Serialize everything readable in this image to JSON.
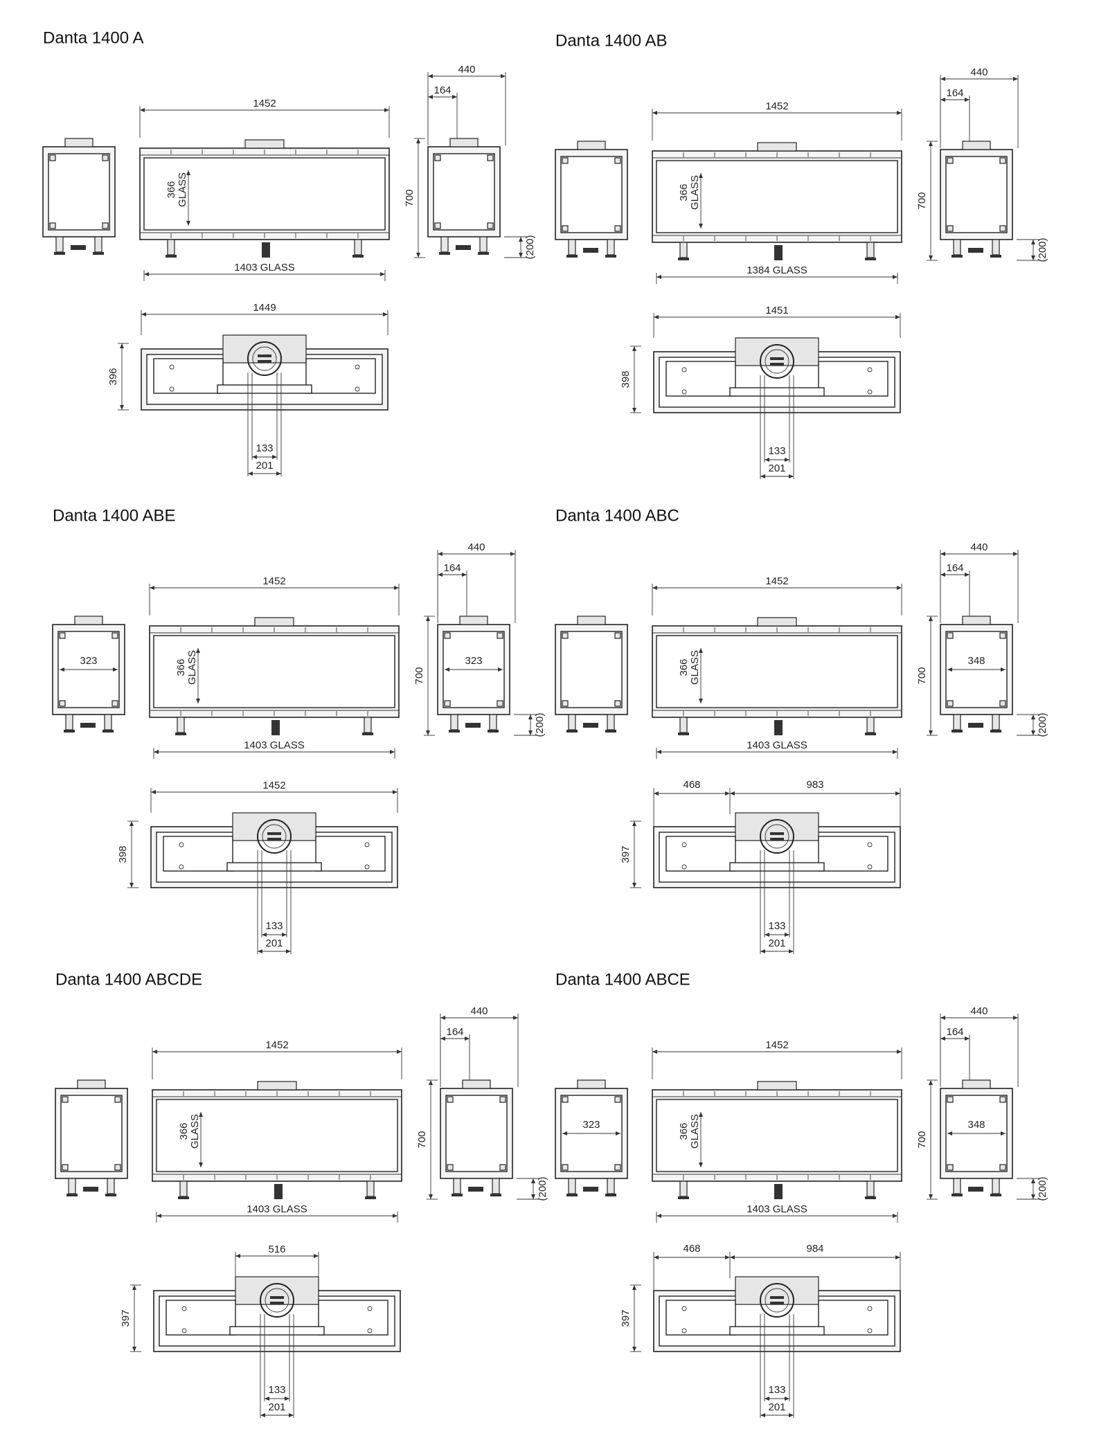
{
  "models": [
    {
      "id": "A",
      "title": "Danta 1400 A",
      "front": {
        "width": "1452",
        "glass_width": "1403 GLASS",
        "glass_height_value": "366",
        "glass_height_label": "GLASS"
      },
      "side": {
        "depth": "440",
        "flue_offset": "164",
        "height": "700",
        "leg_height": "(200)",
        "inner_width": ""
      },
      "top": {
        "width": "1449",
        "depth": "396",
        "seg_left": "",
        "seg_right": "",
        "flue_inner": "133",
        "flue_outer": "201"
      }
    },
    {
      "id": "AB",
      "title": "Danta 1400 AB",
      "front": {
        "width": "1452",
        "glass_width": "1384 GLASS",
        "glass_height_value": "366",
        "glass_height_label": "GLASS"
      },
      "side": {
        "depth": "440",
        "flue_offset": "164",
        "height": "700",
        "leg_height": "(200)",
        "inner_width": ""
      },
      "top": {
        "width": "1451",
        "depth": "398",
        "seg_left": "",
        "seg_right": "",
        "flue_inner": "133",
        "flue_outer": "201"
      }
    },
    {
      "id": "ABE",
      "title": "Danta 1400 ABE",
      "front": {
        "width": "1452",
        "glass_width": "1403 GLASS",
        "glass_height_value": "366",
        "glass_height_label": "GLASS"
      },
      "side": {
        "depth": "440",
        "flue_offset": "164",
        "height": "700",
        "leg_height": "(200)",
        "inner_width": "323"
      },
      "left_side_inner_width": "323",
      "top": {
        "width": "1452",
        "depth": "398",
        "seg_left": "",
        "seg_right": "",
        "flue_inner": "133",
        "flue_outer": "201"
      }
    },
    {
      "id": "ABC",
      "title": "Danta 1400 ABC",
      "front": {
        "width": "1452",
        "glass_width": "1403 GLASS",
        "glass_height_value": "366",
        "glass_height_label": "GLASS"
      },
      "side": {
        "depth": "440",
        "flue_offset": "164",
        "height": "700",
        "leg_height": "(200)",
        "inner_width": "348"
      },
      "top": {
        "width": "",
        "depth": "397",
        "seg_left": "468",
        "seg_right": "983",
        "flue_inner": "133",
        "flue_outer": "201"
      }
    },
    {
      "id": "ABCDE",
      "title": "Danta 1400 ABCDE",
      "front": {
        "width": "1452",
        "glass_width": "1403 GLASS",
        "glass_height_value": "366",
        "glass_height_label": "GLASS"
      },
      "side": {
        "depth": "440",
        "flue_offset": "164",
        "height": "700",
        "leg_height": "(200)",
        "inner_width": ""
      },
      "top": {
        "width": "516",
        "depth": "397",
        "seg_left": "",
        "seg_right": "",
        "flue_inner": "133",
        "flue_outer": "201"
      }
    },
    {
      "id": "ABCE",
      "title": "Danta 1400 ABCE",
      "front": {
        "width": "1452",
        "glass_width": "1403 GLASS",
        "glass_height_value": "366",
        "glass_height_label": "GLASS"
      },
      "side": {
        "depth": "440",
        "flue_offset": "164",
        "height": "700",
        "leg_height": "(200)",
        "inner_width": "348"
      },
      "left_side_inner_width": "323",
      "top": {
        "width": "",
        "depth": "397",
        "seg_left": "468",
        "seg_right": "984",
        "flue_inner": "133",
        "flue_outer": "201"
      }
    }
  ]
}
